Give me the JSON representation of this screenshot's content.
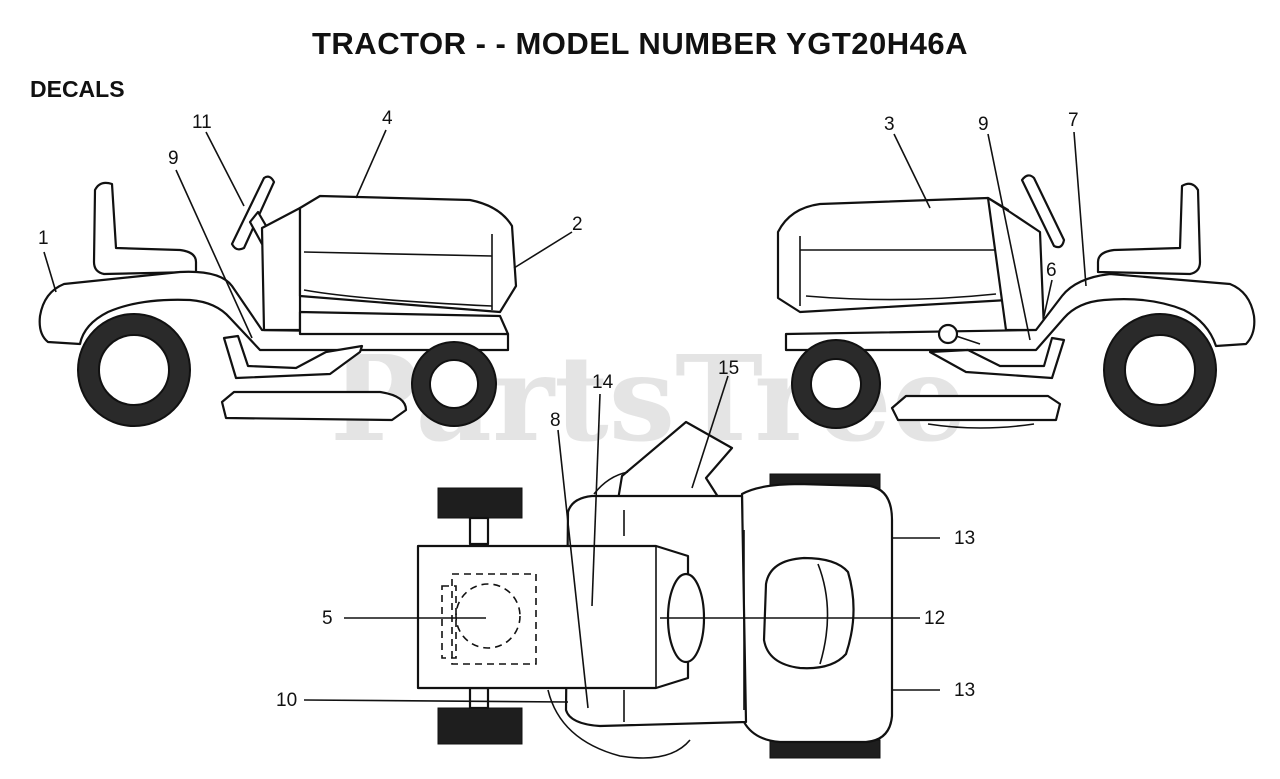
{
  "header": {
    "title": "TRACTOR - - MODEL NUMBER YGT20H46A",
    "section": "DECALS"
  },
  "watermark": "PartsTree",
  "callouts": {
    "c1": "1",
    "c2": "2",
    "c3": "3",
    "c4": "4",
    "c5": "5",
    "c6": "6",
    "c7": "7",
    "c8": "8",
    "c9_left": "9",
    "c9_right": "9",
    "c10": "10",
    "c11": "11",
    "c12": "12",
    "c13_top": "13",
    "c13_bottom": "13",
    "c14": "14",
    "c15": "15"
  }
}
